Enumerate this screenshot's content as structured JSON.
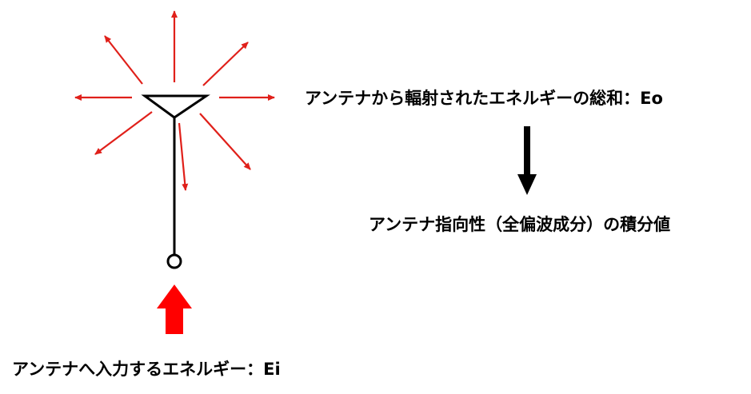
{
  "labels": {
    "output_energy": "アンテナから輻射されたエネルギーの総和：Eo",
    "integral": "アンテナ指向性（全偏波成分）の積分値",
    "input_energy": "アンテナへ入力するエネルギー：Ei"
  },
  "colors": {
    "radiation_arrows": "#e0201a",
    "input_arrow": "#ff0000",
    "antenna": "#000000",
    "flow_arrow": "#000000",
    "background": "#ffffff"
  }
}
